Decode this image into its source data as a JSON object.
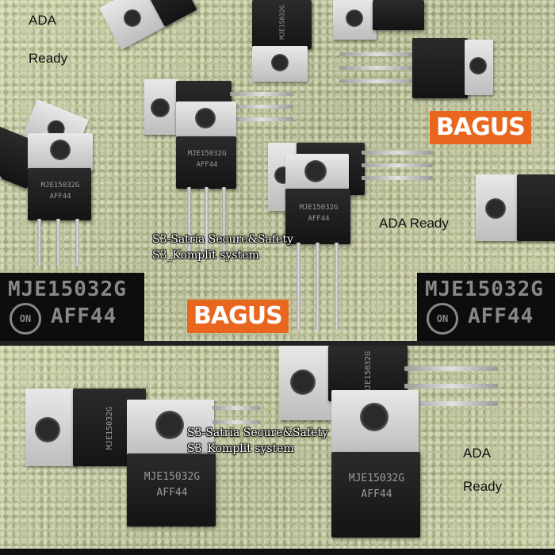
{
  "captions": {
    "top_left_line1": "ADA",
    "top_left_line2": "Ready",
    "top_right": "ADA Ready",
    "bottom_right_line1": "ADA",
    "bottom_right_line2": "Ready"
  },
  "badges": {
    "top_right": "BAGUS",
    "center": "BAGUS"
  },
  "watermark": {
    "line1": "S3-Satria Secure&Safety",
    "line2": "S3_Komplit system"
  },
  "transistor": {
    "part_number": "MJE15032G",
    "date_code": "AFF44",
    "logo": "ON"
  },
  "colors": {
    "badge_bg": "#e9661f",
    "towel": "#b3b88e",
    "transistor_body": "#1e1e1e"
  }
}
